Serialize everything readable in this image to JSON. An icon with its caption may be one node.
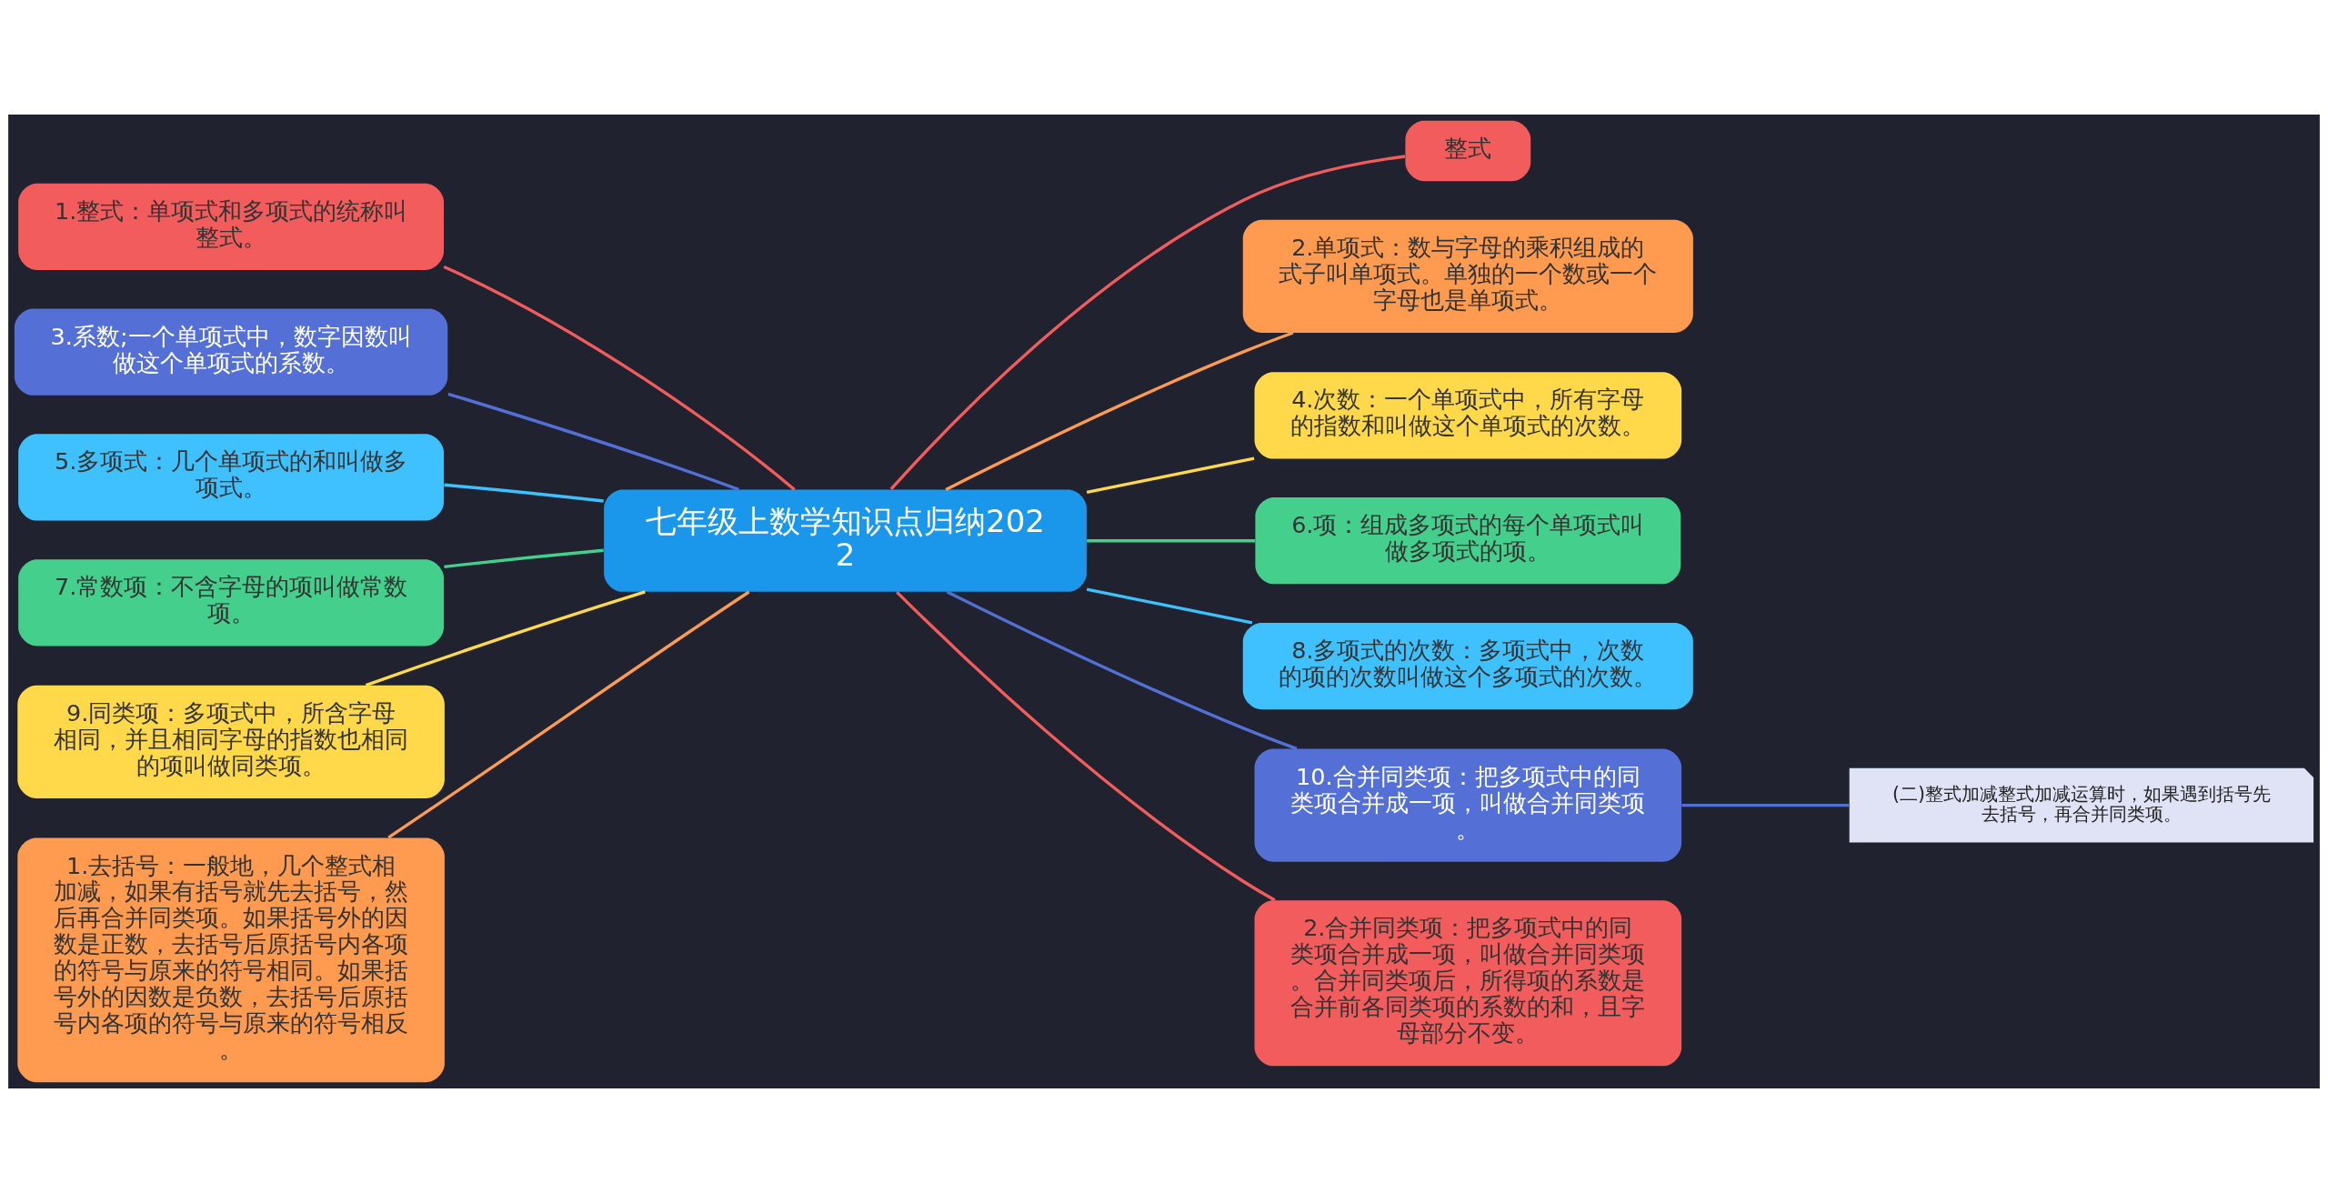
{
  "diagram": {
    "nodes": [
      {
        "text": [
          "七年级上数学知识点归纳2022"
        ]
      },
      {
        "text": [
          "整式"
        ]
      },
      {
        "text": [
          "1.整式：单项式和多项式的统称叫整式。"
        ]
      },
      {
        "text": [
          "2.单项式：数与字母的乘积组成的式子叫单项式。单独的一个数或一个字母也是单项式。"
        ]
      },
      {
        "text": [
          "3.系数;一个单项式中，数字因数叫做这个单项式的系数。"
        ]
      },
      {
        "text": [
          "4.次数：一个单项式中，所有字母的指数和叫做这个单项式的次数。"
        ]
      },
      {
        "text": [
          "5.多项式：几个单项式的和叫做多项式。"
        ]
      },
      {
        "text": [
          "6.项：组成多项式的每个单项式叫做多项式的项。"
        ]
      },
      {
        "text": [
          "7.常数项：不含字母的项叫做常数项。"
        ]
      },
      {
        "text": [
          "8.多项式的次数：多项式中，次数的项的次数叫做这个多项式的次数。"
        ]
      },
      {
        "text": [
          "9.同类项：多项式中，所含字母相同，并且相同字母的指数也相同的项叫做同类项。"
        ]
      },
      {
        "text": [
          "10.合并同类项：把多项式中的同类项合并成一项，叫做合并同类项。"
        ]
      },
      {
        "text": [
          "(二)整式加减整式加减运算时，如果遇到括号先去括号，再合并同类项。"
        ]
      },
      {
        "text": [
          "1.去括号：一般地，几个整式相加减，如果有括号就先去括号，然后再合并同类项。如果括号外的因数是正数，去括号后原括号内各项的符号与原来的符号相同。如果括号外的因数是负数，去括号后原括号内各项的符号与原来的符号相反。"
        ]
      },
      {
        "text": [
          "2.合并同类项：把多项式中的同类项合并成一项，叫做合并同类项。合并同类项后，所得项的系数是合并前各同类项的系数的和，且字母部分不变。"
        ]
      }
    ],
    "edges": [
      {
        "from": 0,
        "to": 1,
        "arrow": "none",
        "color": "#f35c5c"
      },
      {
        "from": 0,
        "to": 2,
        "arrow": "none",
        "color": "#f35c5c"
      },
      {
        "from": 0,
        "to": 3,
        "arrow": "none",
        "color": "#ff9b50"
      },
      {
        "from": 0,
        "to": 4,
        "arrow": "none",
        "color": "#5470d6"
      },
      {
        "from": 0,
        "to": 5,
        "arrow": "none",
        "color": "#ffd94a"
      },
      {
        "from": 0,
        "to": 6,
        "arrow": "none",
        "color": "#3fc1ff"
      },
      {
        "from": 0,
        "to": 7,
        "arrow": "none",
        "color": "#45cf8c"
      },
      {
        "from": 0,
        "to": 8,
        "arrow": "none",
        "color": "#45cf8c"
      },
      {
        "from": 0,
        "to": 9,
        "arrow": "none",
        "color": "#3fc1ff"
      },
      {
        "from": 0,
        "to": 10,
        "arrow": "none",
        "color": "#ffd94a"
      },
      {
        "from": 0,
        "to": 11,
        "arrow": "none",
        "color": "#5470d6"
      },
      {
        "from": 11,
        "to": 12,
        "arrow": "none",
        "color": "#5470d6"
      },
      {
        "from": 0,
        "to": 13,
        "arrow": "none",
        "color": "#ff9b50"
      },
      {
        "from": 0,
        "to": 14,
        "arrow": "none",
        "color": "#f35c5c"
      }
    ]
  }
}
